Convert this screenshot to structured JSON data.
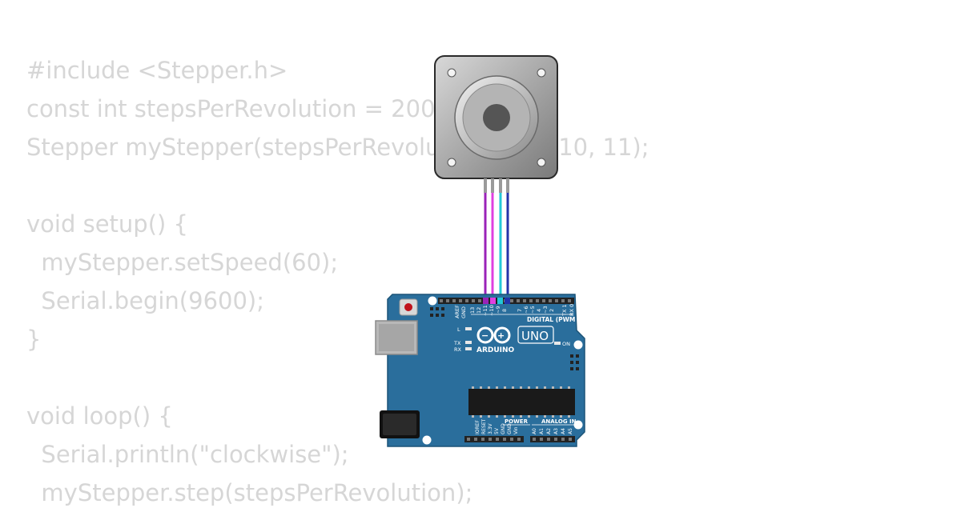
{
  "code_lines": [
    "#include <Stepper.h>",
    "const int stepsPerRevolution = 200;",
    "Stepper myStepper(stepsPerRevolution, 8, 9, 10, 11);",
    "",
    "void setup() {",
    "  myStepper.setSpeed(60);",
    "  Serial.begin(9600);",
    "}",
    "",
    "void loop() {",
    "  Serial.println(\"clockwise\");",
    "  myStepper.step(stepsPerRevolution);"
  ],
  "board": {
    "brand": "ARDUINO",
    "model": "UNO",
    "digital_header": "DIGITAL (PWM ~)",
    "power_header": "POWER",
    "analog_header": "ANALOG IN",
    "led_l": "L",
    "led_tx": "TX",
    "led_rx": "RX",
    "led_on": "ON",
    "aref": "AREF",
    "gnd": "GND",
    "pin_13": "13",
    "pin_12": "12",
    "pin_11": "~11",
    "pin_10": "~10",
    "pin_9": "~9",
    "pin_8": "8",
    "pin_7": "7",
    "pin_6": "~6",
    "pin_5": "~5",
    "pin_4": "4",
    "pin_3": "~3",
    "pin_2": "2",
    "pin_tx1": "TX 1",
    "pin_rx0": "RX 0",
    "power_pins": [
      "IOREF",
      "RESET",
      "3.3V",
      "5V",
      "GND",
      "GND",
      "Vin"
    ],
    "analog_pins": [
      "A0",
      "A1",
      "A2",
      "A3",
      "A4",
      "A5"
    ]
  },
  "colors": {
    "code_text": "#d6d6d6",
    "board_blue": "#2a6e9c",
    "wire_1": "#9a22b8",
    "wire_2": "#e040e0",
    "wire_3": "#22c8d8",
    "wire_4": "#2233aa"
  }
}
